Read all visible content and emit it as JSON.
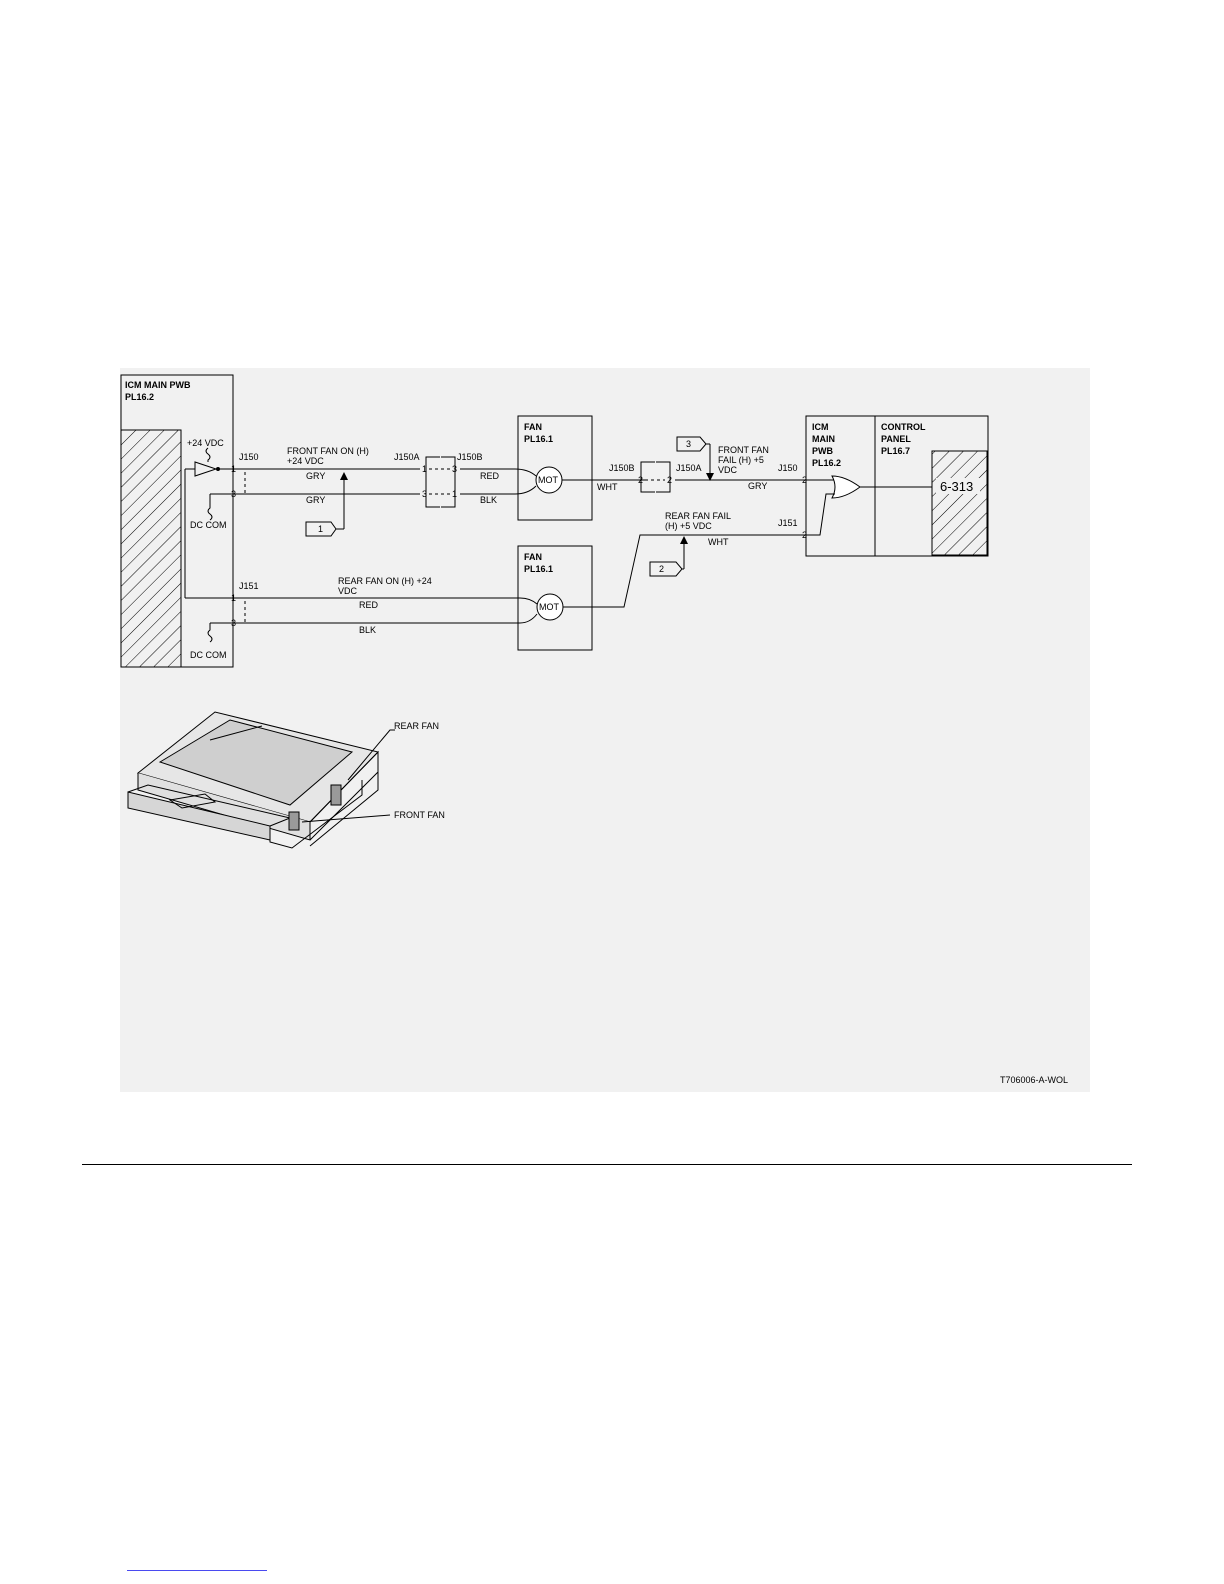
{
  "icm_main_left": {
    "title_line1": "ICM MAIN PWB",
    "title_line2": "PL16.2"
  },
  "supply": "+24 VDC",
  "dc_com_1": "DC COM",
  "dc_com_2": "DC COM",
  "connectors": {
    "j150_left": "J150",
    "j151_left": "J151",
    "j150a": "J150A",
    "j150b": "J150B",
    "j150b_right": "J150B",
    "j150a_right": "J150A",
    "j150_right": "J150",
    "j151_right": "J151"
  },
  "pins": {
    "p1a": "1",
    "p3a": "3",
    "p1b": "1",
    "p3b": "3",
    "c1a": "1",
    "c3a": "3",
    "c3b": "3",
    "c1b": "1",
    "r2a": "2",
    "r2b": "2",
    "r2c": "2",
    "r2d": "2"
  },
  "signals": {
    "front_fan_on_1": "FRONT FAN ON (H)",
    "front_fan_on_2": "+24 VDC",
    "rear_fan_on_1": "REAR FAN ON (H) +24",
    "rear_fan_on_2": "VDC",
    "front_fan_fail_1": "FRONT FAN",
    "front_fan_fail_2": "FAIL (H) +5",
    "front_fan_fail_3": "VDC",
    "rear_fan_fail_1": "REAR FAN FAIL",
    "rear_fan_fail_2": "(H) +5 VDC"
  },
  "wires": {
    "gry1": "GRY",
    "gry2": "GRY",
    "red1": "RED",
    "blk1": "BLK",
    "red2": "RED",
    "blk2": "BLK",
    "wht1": "WHT",
    "gry3": "GRY",
    "wht2": "WHT"
  },
  "fan_front": {
    "title_line1": "FAN",
    "title_line2": "PL16.1",
    "motor": "MOT"
  },
  "fan_rear": {
    "title_line1": "FAN",
    "title_line2": "PL16.1",
    "motor": "MOT"
  },
  "icm_main_right": {
    "line1": "ICM",
    "line2": "MAIN",
    "line3": "PWB",
    "line4": "PL16.2"
  },
  "control_panel": {
    "line1": "CONTROL",
    "line2": "PANEL",
    "line3": "PL16.7",
    "ref": "6-313"
  },
  "callouts": {
    "c1": "1",
    "c2": "2",
    "c3": "3"
  },
  "illustration": {
    "rear_fan": "REAR FAN",
    "front_fan": "FRONT FAN"
  },
  "figure_id": "T706006-A-WOL"
}
